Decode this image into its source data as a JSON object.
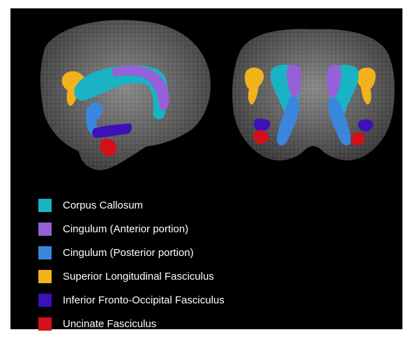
{
  "legend": {
    "items": [
      {
        "label": "Corpus Callosum",
        "color": "#19b3c4"
      },
      {
        "label": "Cingulum (Anterior portion)",
        "color": "#9660d8"
      },
      {
        "label": "Cingulum (Posterior portion)",
        "color": "#3a86dd"
      },
      {
        "label": "Superior Longitudinal Fasciculus",
        "color": "#f2b21c"
      },
      {
        "label": "Inferior Fronto-Occipital Fasciculus",
        "color": "#3d10b8"
      },
      {
        "label": "Uncinate Fasciculus",
        "color": "#d3101a"
      }
    ]
  },
  "views": [
    "sagittal-brain-view",
    "coronal-brain-view"
  ]
}
